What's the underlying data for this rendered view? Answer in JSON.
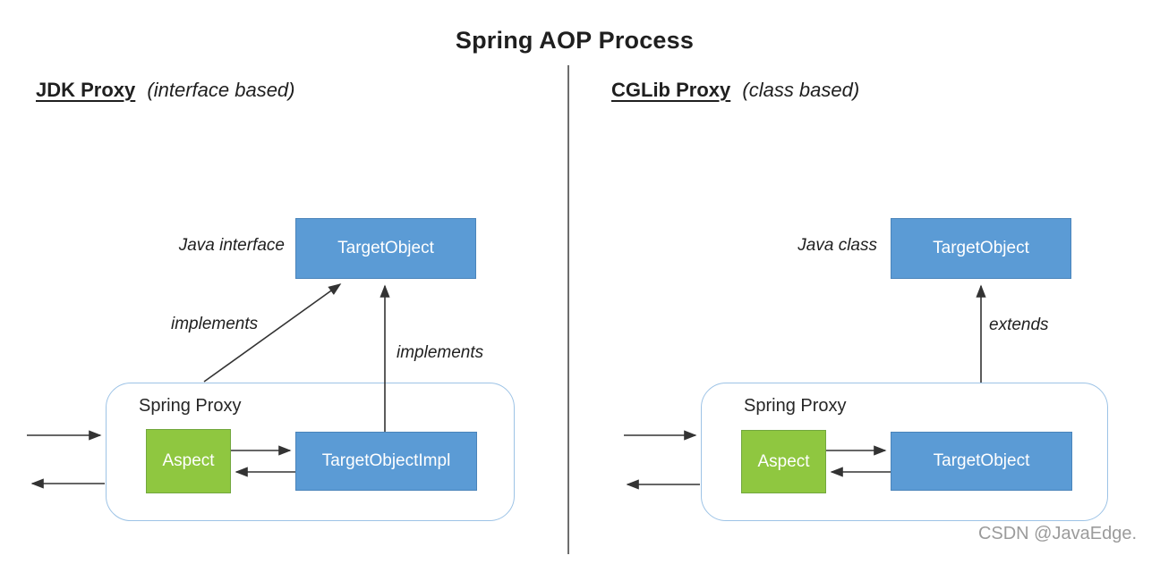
{
  "title": "Spring AOP Process",
  "watermark": "CSDN @JavaEdge.",
  "colors": {
    "box_blue": "#5b9bd5",
    "box_green": "#8fc740",
    "proxy_border": "#9dc3e6",
    "line": "#333333",
    "divider": "#6e6e6e",
    "watermark_gray": "#9b9b9b",
    "text": "#1f1f1f"
  },
  "left": {
    "heading": "JDK Proxy",
    "heading_note": "(interface based)",
    "type_label": "Java interface",
    "interface_box_label": "TargetObject",
    "diagonal_relation_label": "implements",
    "vertical_relation_label": "implements",
    "proxy_container_label": "Spring Proxy",
    "aspect_label": "Aspect",
    "target_label": "TargetObjectImpl"
  },
  "right": {
    "heading": "CGLib Proxy",
    "heading_note": "(class based)",
    "type_label": "Java class",
    "class_box_label": "TargetObject",
    "vertical_relation_label": "extends",
    "proxy_container_label": "Spring Proxy",
    "aspect_label": "Aspect",
    "target_label": "TargetObject"
  }
}
